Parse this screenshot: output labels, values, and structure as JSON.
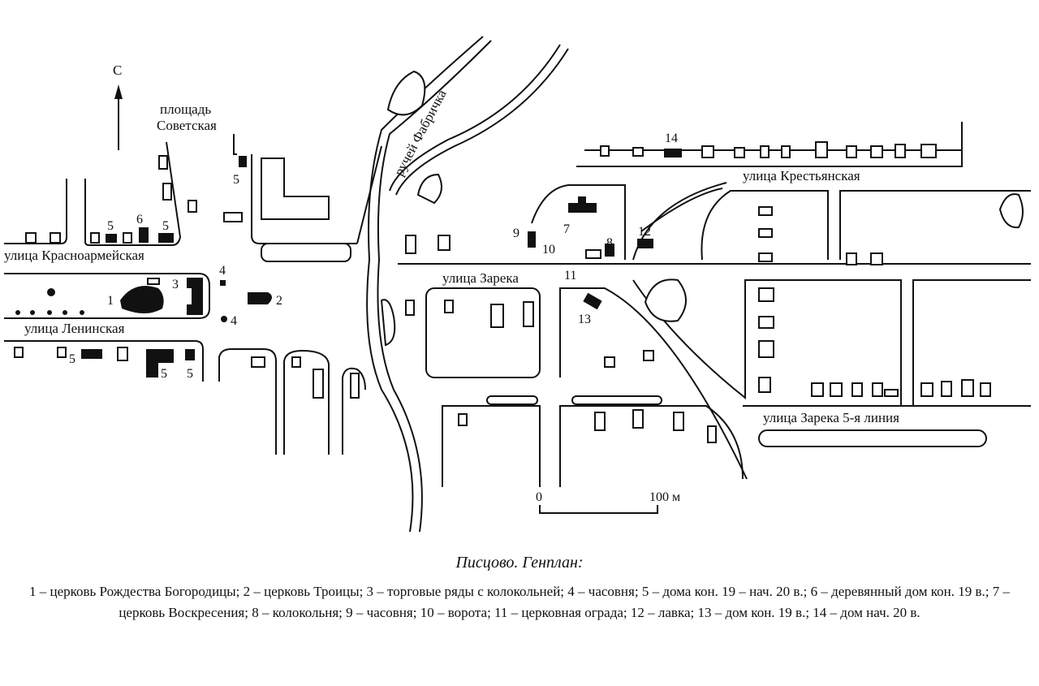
{
  "map": {
    "north_label": "С",
    "square_label": [
      "площадь",
      "Советская"
    ],
    "stream_label": "ручей Фабричка",
    "streets": {
      "krasnoarmeyskaya": "улица Красноармейская",
      "leninskaya": "улица Ленинская",
      "zareka": "улица Зарека",
      "krestyanskaya": "улица Крестьянская",
      "zareka_5": "улица Зарека 5-я линия"
    },
    "markers": {
      "m1": "1",
      "m2": "2",
      "m3": "3",
      "m4a": "4",
      "m4b": "4",
      "m5": "5",
      "m6": "6",
      "m7": "7",
      "m8": "8",
      "m9": "9",
      "m10": "10",
      "m11": "11",
      "m12": "12",
      "m13": "13",
      "m14": "14"
    },
    "scale": {
      "zero": "0",
      "end": "100 м"
    }
  },
  "caption": {
    "title": "Писцово. Генплан:",
    "legend": "1 – церковь Рождества Богородицы; 2 – церковь Троицы; 3 – торговые ряды с колокольней; 4 – часовня; 5 – дома кон. 19 – нач. 20 в.; 6 – деревянный дом кон. 19 в.; 7 – церковь Воскресения; 8 – колокольня; 9 – часовня; 10 – ворота; 11 – церковная ограда; 12 – лавка; 13 – дом кон. 19 в.; 14 – дом нач. 20 в."
  }
}
